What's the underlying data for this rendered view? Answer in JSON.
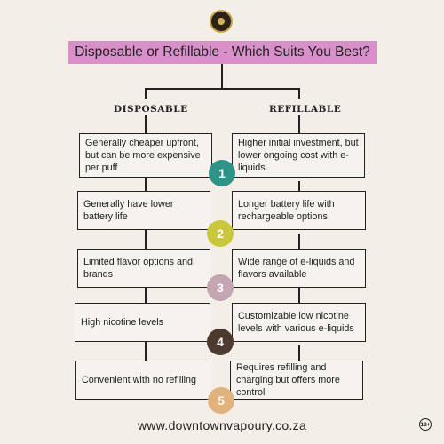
{
  "title": "Disposable or Refillable - Which Suits You Best?",
  "headings": {
    "left": "DISPOSABLE",
    "right": "REFILLABLE"
  },
  "rows": [
    {
      "number": "1",
      "color": "#2e9488",
      "disposable": "Generally cheaper upfront, but can be more expensive per puff",
      "refillable": "Higher initial investment, but lower ongoing cost with e-liquids"
    },
    {
      "number": "2",
      "color": "#c9c83c",
      "disposable": "Generally have lower battery life",
      "refillable": "Longer battery life with rechargeable options"
    },
    {
      "number": "3",
      "color": "#c4a6b2",
      "disposable": "Limited flavor options and brands",
      "refillable": "Wide range of e-liquids and flavors available"
    },
    {
      "number": "4",
      "color": "#4d3a2e",
      "disposable": "High nicotine levels",
      "refillable": "Customizable low nicotine levels with various e-liquids"
    },
    {
      "number": "5",
      "color": "#e0b37e",
      "disposable": "Convenient with no refilling",
      "refillable": "Requires refilling and charging but offers more control"
    }
  ],
  "footer": "www.downtownvapoury.co.za",
  "age_badge": "18+"
}
